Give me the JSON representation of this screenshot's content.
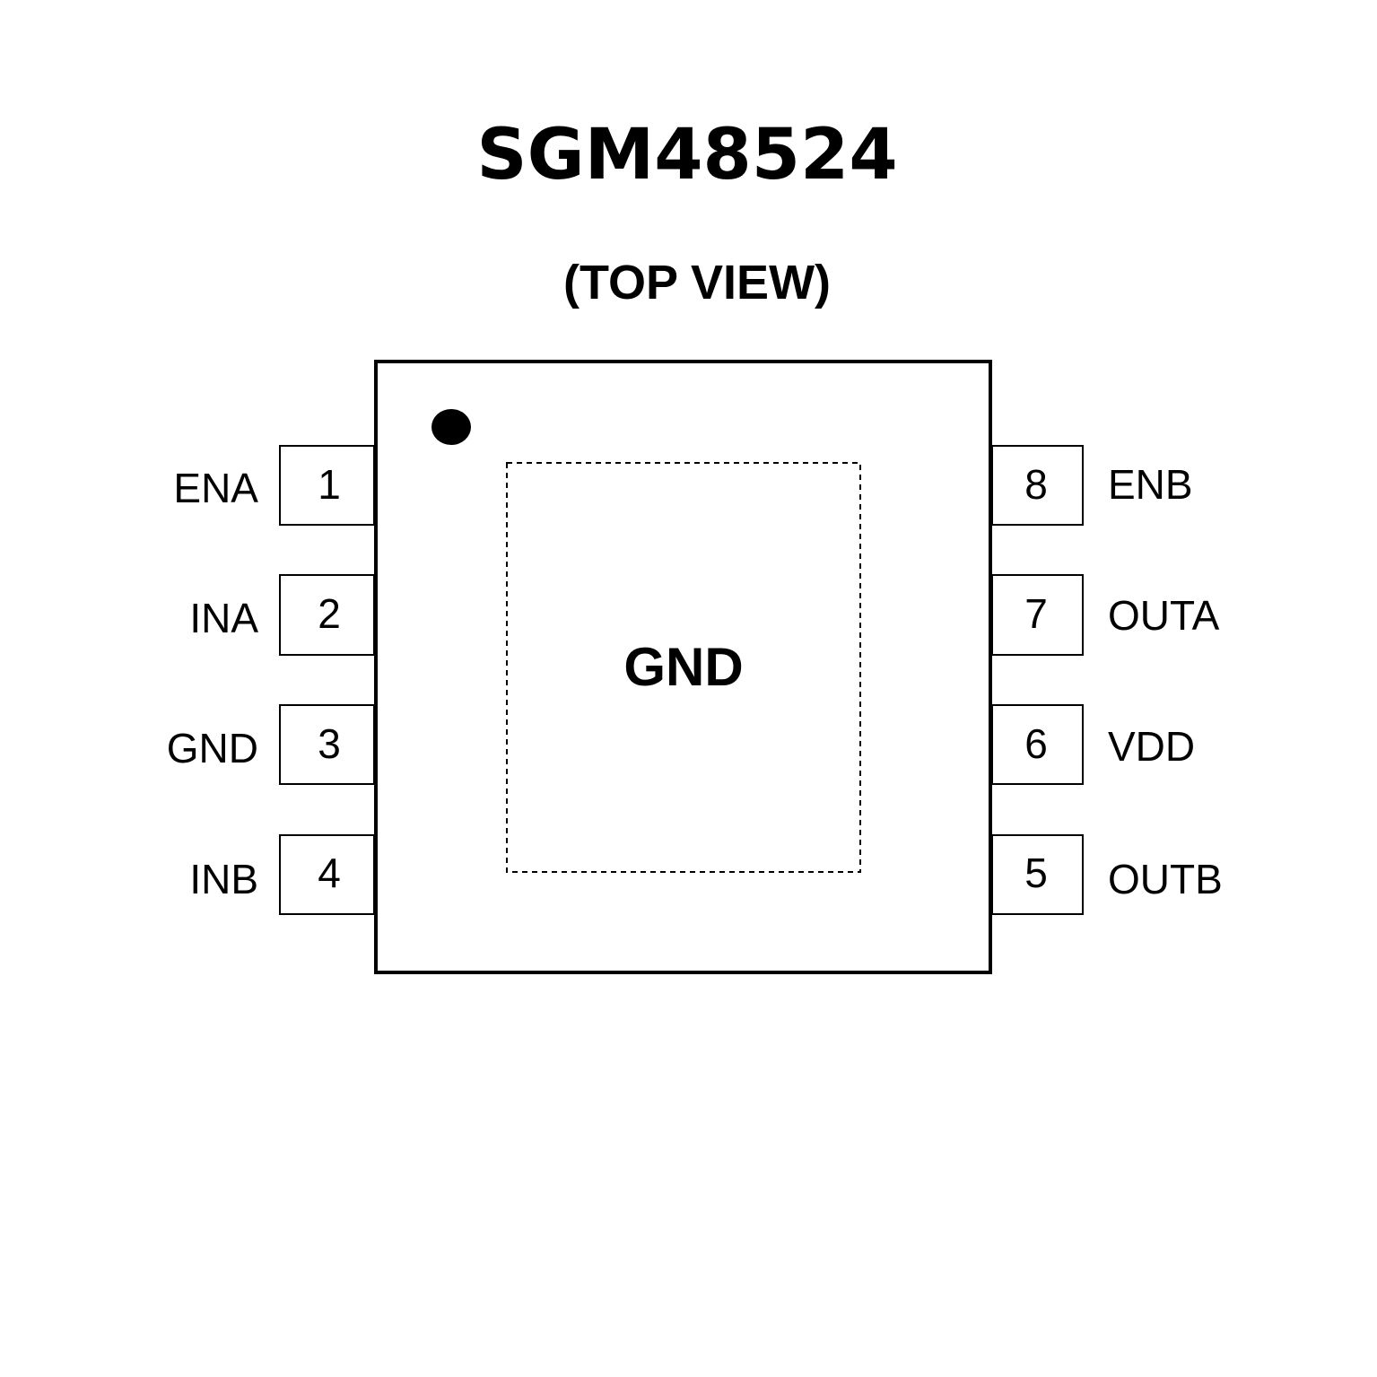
{
  "title": "SGM48524",
  "subtitle": "(TOP VIEW)",
  "exposed_pad_label": "GND",
  "colors": {
    "stroke": "#000000",
    "background": "#ffffff"
  },
  "left_pins": [
    {
      "number": "1",
      "name": "ENA"
    },
    {
      "number": "2",
      "name": "INA"
    },
    {
      "number": "3",
      "name": "GND"
    },
    {
      "number": "4",
      "name": "INB"
    }
  ],
  "right_pins": [
    {
      "number": "8",
      "name": "ENB"
    },
    {
      "number": "7",
      "name": "OUTA"
    },
    {
      "number": "6",
      "name": "VDD"
    },
    {
      "number": "5",
      "name": "OUTB"
    }
  ]
}
